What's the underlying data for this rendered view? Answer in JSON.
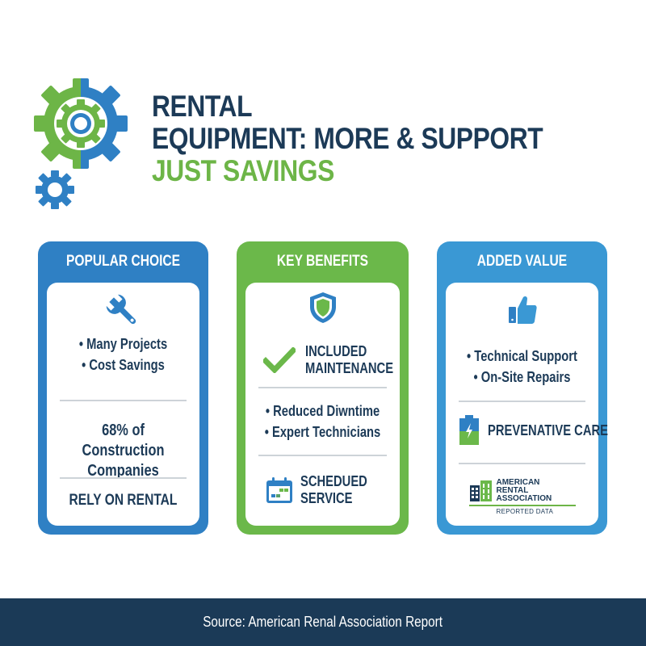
{
  "header": {
    "title_lines": [
      "RENTAL",
      "EQUIPMENT:  MORE & SUPPORT",
      "JUST SAVINGS"
    ],
    "logo_icon": "gears-icon"
  },
  "colors": {
    "navy": "#1c3a57",
    "green": "#6bb84a",
    "blue": "#2f80c4",
    "light_blue": "#3a98d4",
    "footer_bg": "#1b3a57"
  },
  "cards": [
    {
      "heading": "POPULAR CHOICE",
      "icon": "wrench-icon",
      "bullets": [
        "• Many Projects",
        "• Cost Savings"
      ],
      "stat_lines": [
        "68% of Construction",
        "Companies"
      ],
      "caption": "RELY ON RENTAL"
    },
    {
      "heading": "KEY BENEFITS",
      "icon": "shield-icon",
      "feature_top": {
        "icon": "checkmark-icon",
        "lines": [
          "INCLUDED",
          "MAINTENANCE"
        ]
      },
      "bullets": [
        "• Reduced Diwntime",
        "• Expert Technicians"
      ],
      "feature_bottom": {
        "icon": "calendar-icon",
        "lines": [
          "SCHEDUED",
          "SERVICE"
        ]
      }
    },
    {
      "heading": "ADDED VALUE",
      "icon": "thumbs-up-icon",
      "bullets": [
        "• Technical Support",
        "• On-Site Repairs"
      ],
      "feature": {
        "icon": "battery-icon",
        "label": "PREVENATIVE CARE"
      },
      "association": {
        "name_lines": [
          "AMERICAN",
          "RENTAL",
          "ASSOCIATION"
        ],
        "subtitle": "REPORTED DATA",
        "icon": "buildings-icon"
      }
    }
  ],
  "footer": {
    "source": "Source: American Renal Association Report"
  }
}
